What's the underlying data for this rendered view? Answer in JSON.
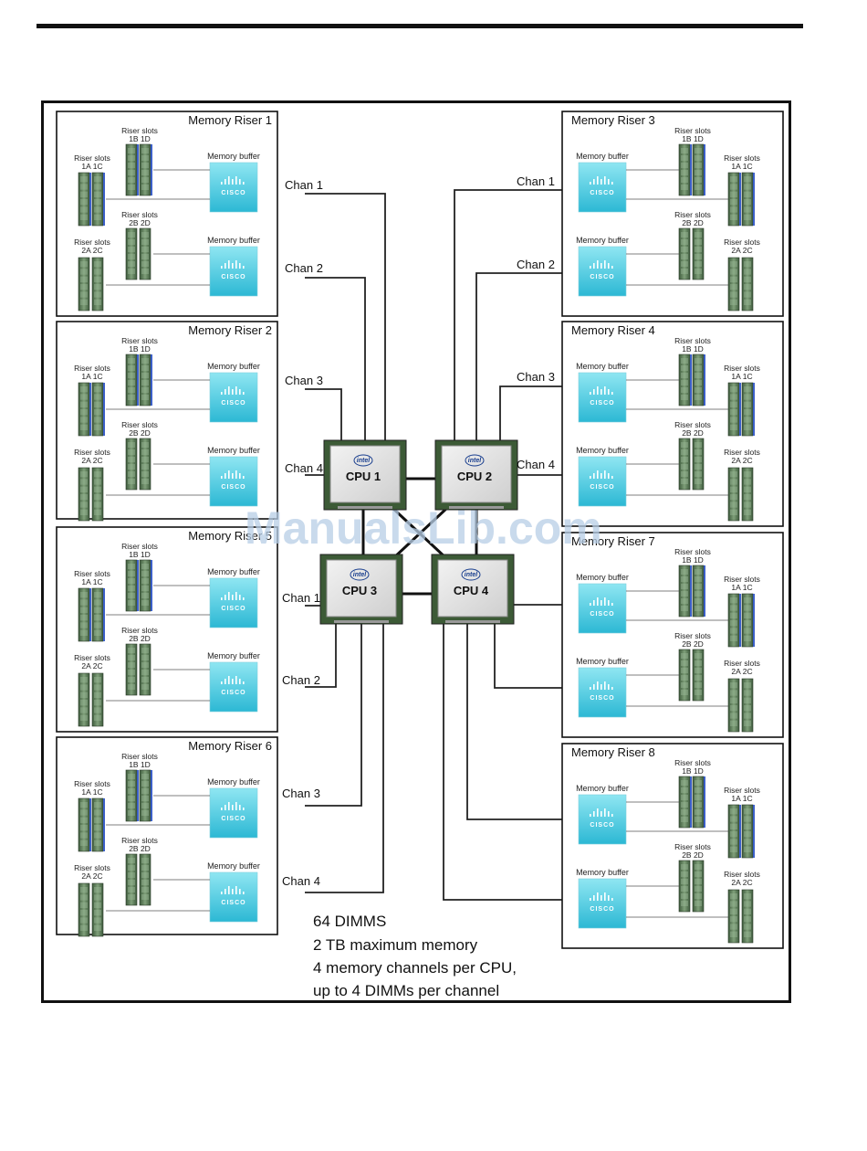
{
  "risers": {
    "r1": {
      "title": "Memory Riser 1"
    },
    "r2": {
      "title": "Memory Riser 2"
    },
    "r3": {
      "title": "Memory Riser 3"
    },
    "r4": {
      "title": "Memory Riser 4"
    },
    "r5": {
      "title": "Memory Riser 5"
    },
    "r6": {
      "title": "Memory Riser 6"
    },
    "r7": {
      "title": "Memory Riser 7"
    },
    "r8": {
      "title": "Memory Riser 8"
    }
  },
  "labels": {
    "riser_slots": "Riser slots",
    "slot_1b1d": "1B  1D",
    "slot_1a1c": "1A  1C",
    "slot_2b2d": "2B  2D",
    "slot_2a2c": "2A  2C",
    "memory_buffer": "Memory buffer",
    "cisco": "CISCO",
    "intel": "intel"
  },
  "channels": {
    "chan1": "Chan 1",
    "chan2": "Chan 2",
    "chan3": "Chan 3",
    "chan4": "Chan 4"
  },
  "cpus": {
    "cpu1": "CPU 1",
    "cpu2": "CPU 2",
    "cpu3": "CPU 3",
    "cpu4": "CPU 4"
  },
  "notes": {
    "line1": "64 DIMMS",
    "line2": "2 TB maximum memory",
    "line3": "4 memory channels per CPU,",
    "line4": "up to 4 DIMMs per channel"
  },
  "watermark": "ManualsLib.com",
  "colors": {
    "buffer": "#3cc8e0",
    "dimm_green": "#5c7a58",
    "dimm_blue": "#3b5fc8",
    "line": "#222222"
  }
}
